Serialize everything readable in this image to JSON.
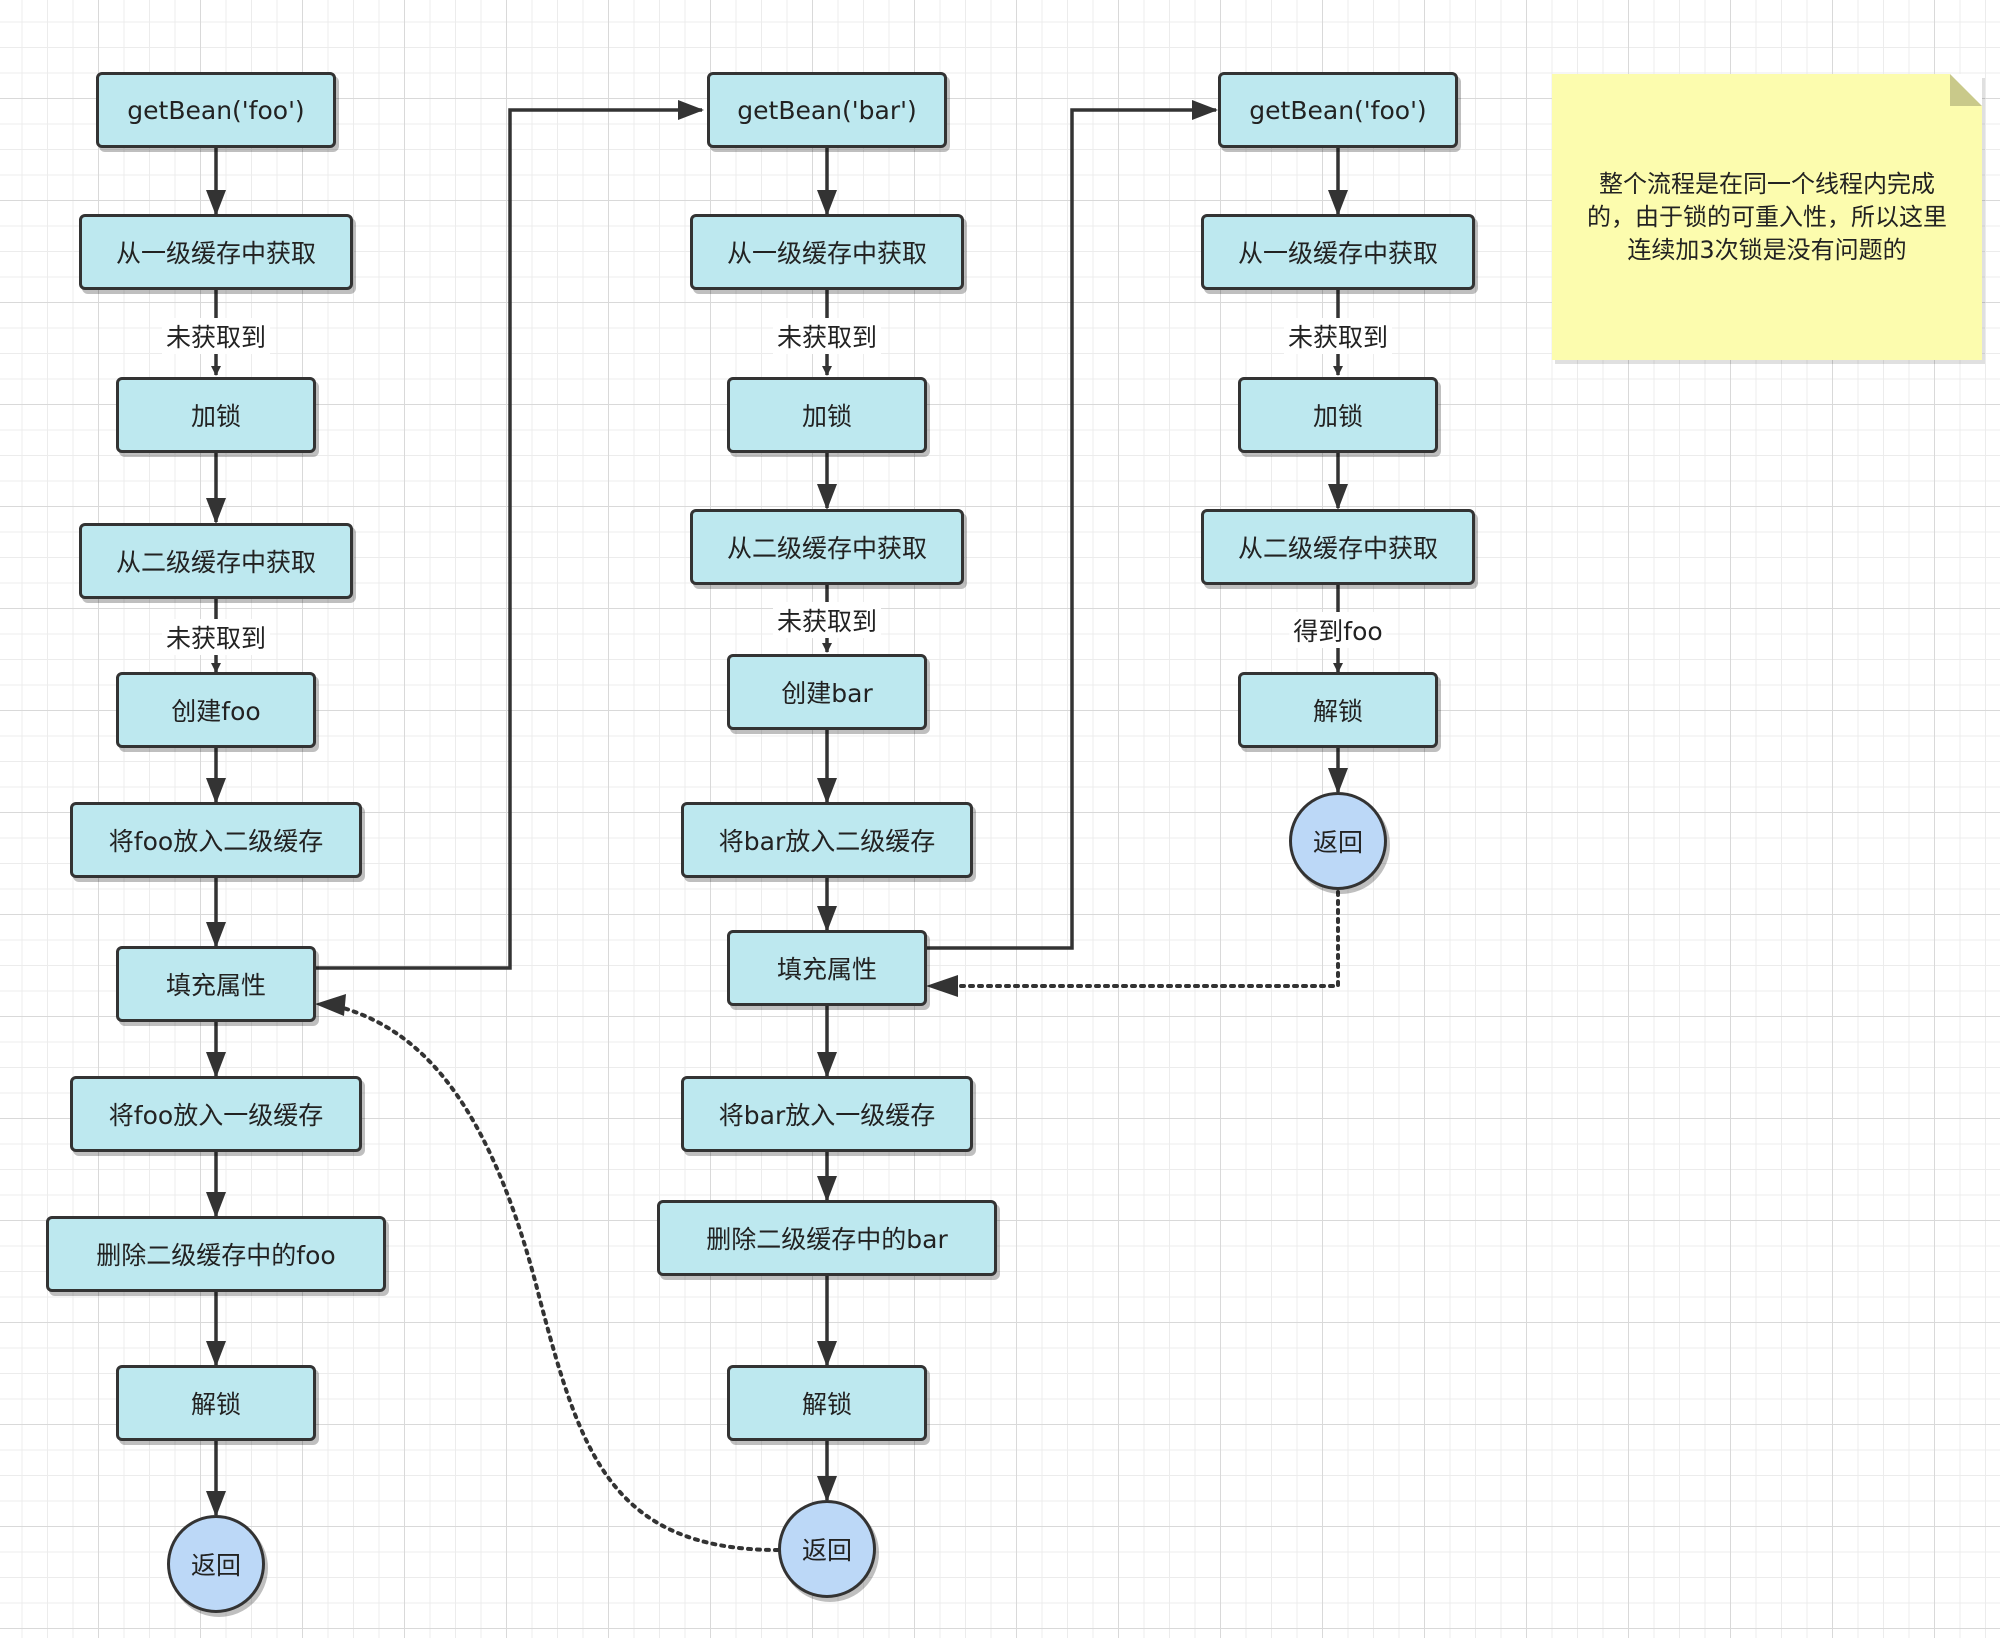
{
  "col1": {
    "n1": "getBean('foo')",
    "n2": "从一级缓存中获取",
    "e2": "未获取到",
    "n3": "加锁",
    "n4": "从二级缓存中获取",
    "e4": "未获取到",
    "n5": "创建foo",
    "n6": "将foo放入二级缓存",
    "n7": "填充属性",
    "n8": "将foo放入一级缓存",
    "n9": "删除二级缓存中的foo",
    "n10": "解锁",
    "ret": "返回"
  },
  "col2": {
    "n1": "getBean('bar')",
    "n2": "从一级缓存中获取",
    "e2": "未获取到",
    "n3": "加锁",
    "n4": "从二级缓存中获取",
    "e4": "未获取到",
    "n5": "创建bar",
    "n6": "将bar放入二级缓存",
    "n7": "填充属性",
    "n8": "将bar放入一级缓存",
    "n9": "删除二级缓存中的bar",
    "n10": "解锁",
    "ret": "返回"
  },
  "col3": {
    "n1": "getBean('foo')",
    "n2": "从一级缓存中获取",
    "e2": "未获取到",
    "n3": "加锁",
    "n4": "从二级缓存中获取",
    "e4": "得到foo",
    "n5": "解锁",
    "ret": "返回"
  },
  "note": {
    "text": "整个流程是在同一个线程内完成的，由于锁的可重入性，所以这里连续加3次锁是没有问题的"
  },
  "colors": {
    "node_fill": "#bde8ef",
    "circle_fill": "#bcd8f7",
    "note_fill": "#fcfcae",
    "stroke": "#333333"
  }
}
